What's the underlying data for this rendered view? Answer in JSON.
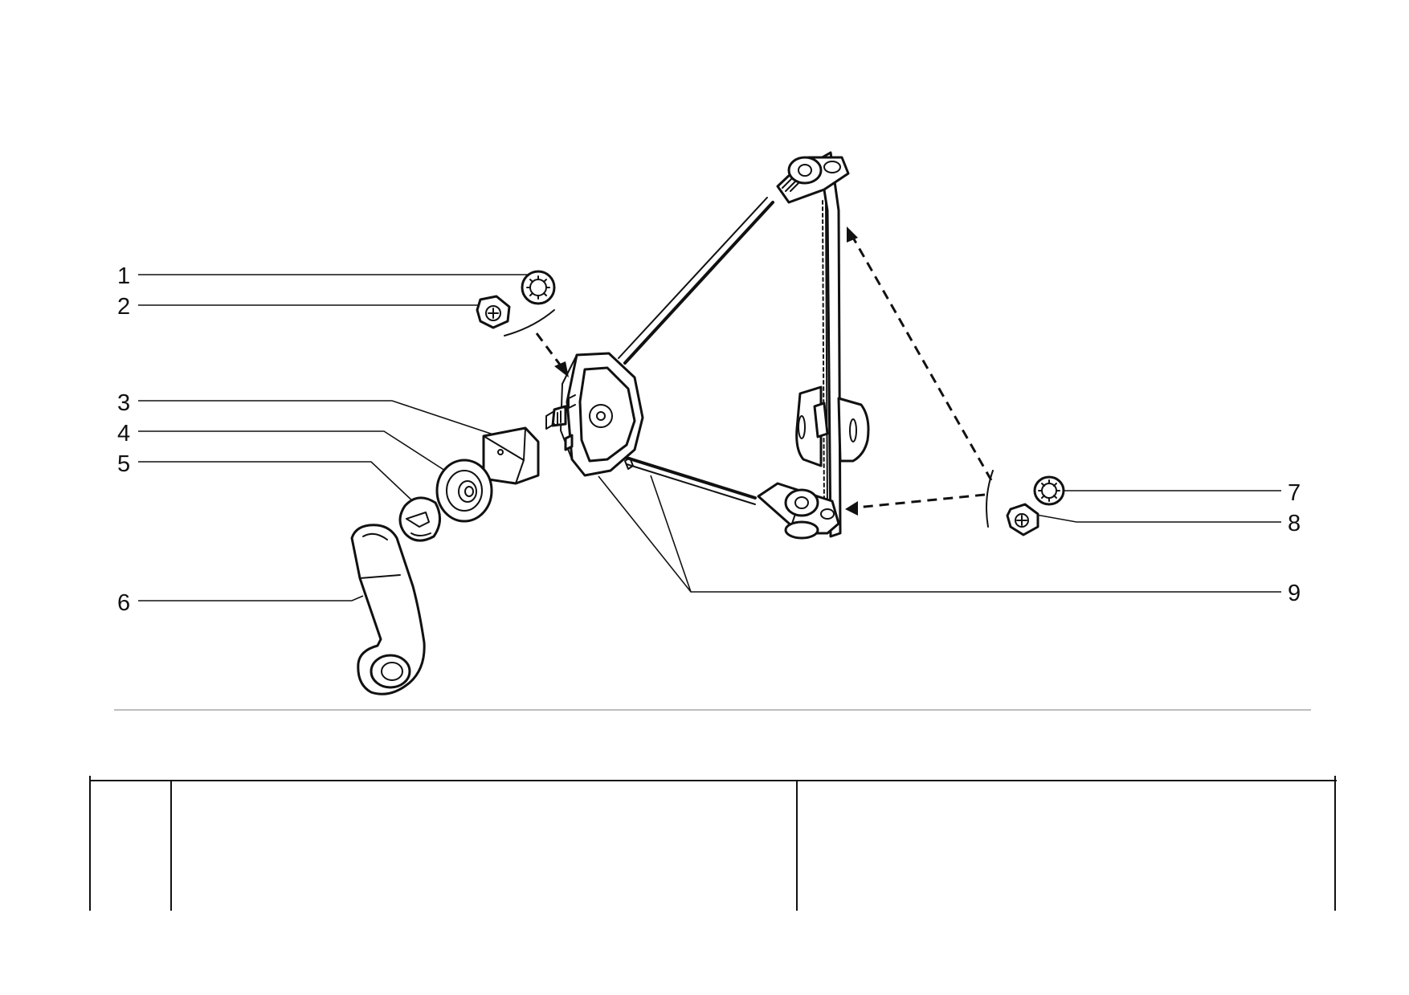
{
  "callouts": [
    {
      "number": "1",
      "side": "left"
    },
    {
      "number": "2",
      "side": "left"
    },
    {
      "number": "3",
      "side": "left"
    },
    {
      "number": "4",
      "side": "left"
    },
    {
      "number": "5",
      "side": "left"
    },
    {
      "number": "6",
      "side": "left"
    },
    {
      "number": "7",
      "side": "right"
    },
    {
      "number": "8",
      "side": "right"
    },
    {
      "number": "9",
      "side": "right"
    }
  ],
  "colors": {
    "line": "#111111",
    "separator": "#bdbdbd",
    "background": "#ffffff"
  }
}
